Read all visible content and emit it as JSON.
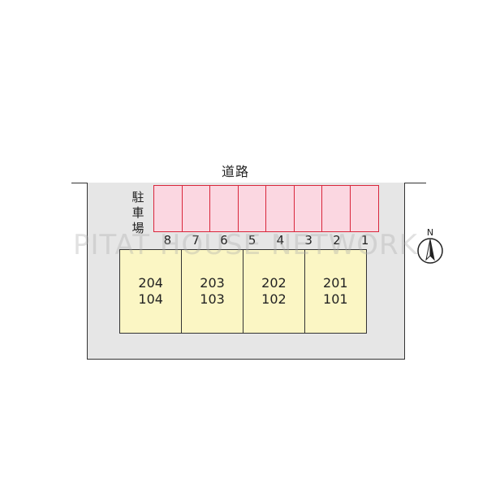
{
  "road": {
    "label": "道路"
  },
  "parking": {
    "label": "駐車場",
    "spaces": [
      "8",
      "7",
      "6",
      "5",
      "4",
      "3",
      "2",
      "1"
    ]
  },
  "building": {
    "units": [
      {
        "upper": "204",
        "lower": "104"
      },
      {
        "upper": "203",
        "lower": "103"
      },
      {
        "upper": "202",
        "lower": "102"
      },
      {
        "upper": "201",
        "lower": "101"
      }
    ]
  },
  "compass": {
    "label": "N"
  },
  "watermark": "PITAT HOUSE NETWORK",
  "colors": {
    "parking_fill": "#fbd7e1",
    "parking_border": "#d9263b",
    "unit_fill": "#fbf6c4",
    "site_fill": "#e6e6e6"
  }
}
